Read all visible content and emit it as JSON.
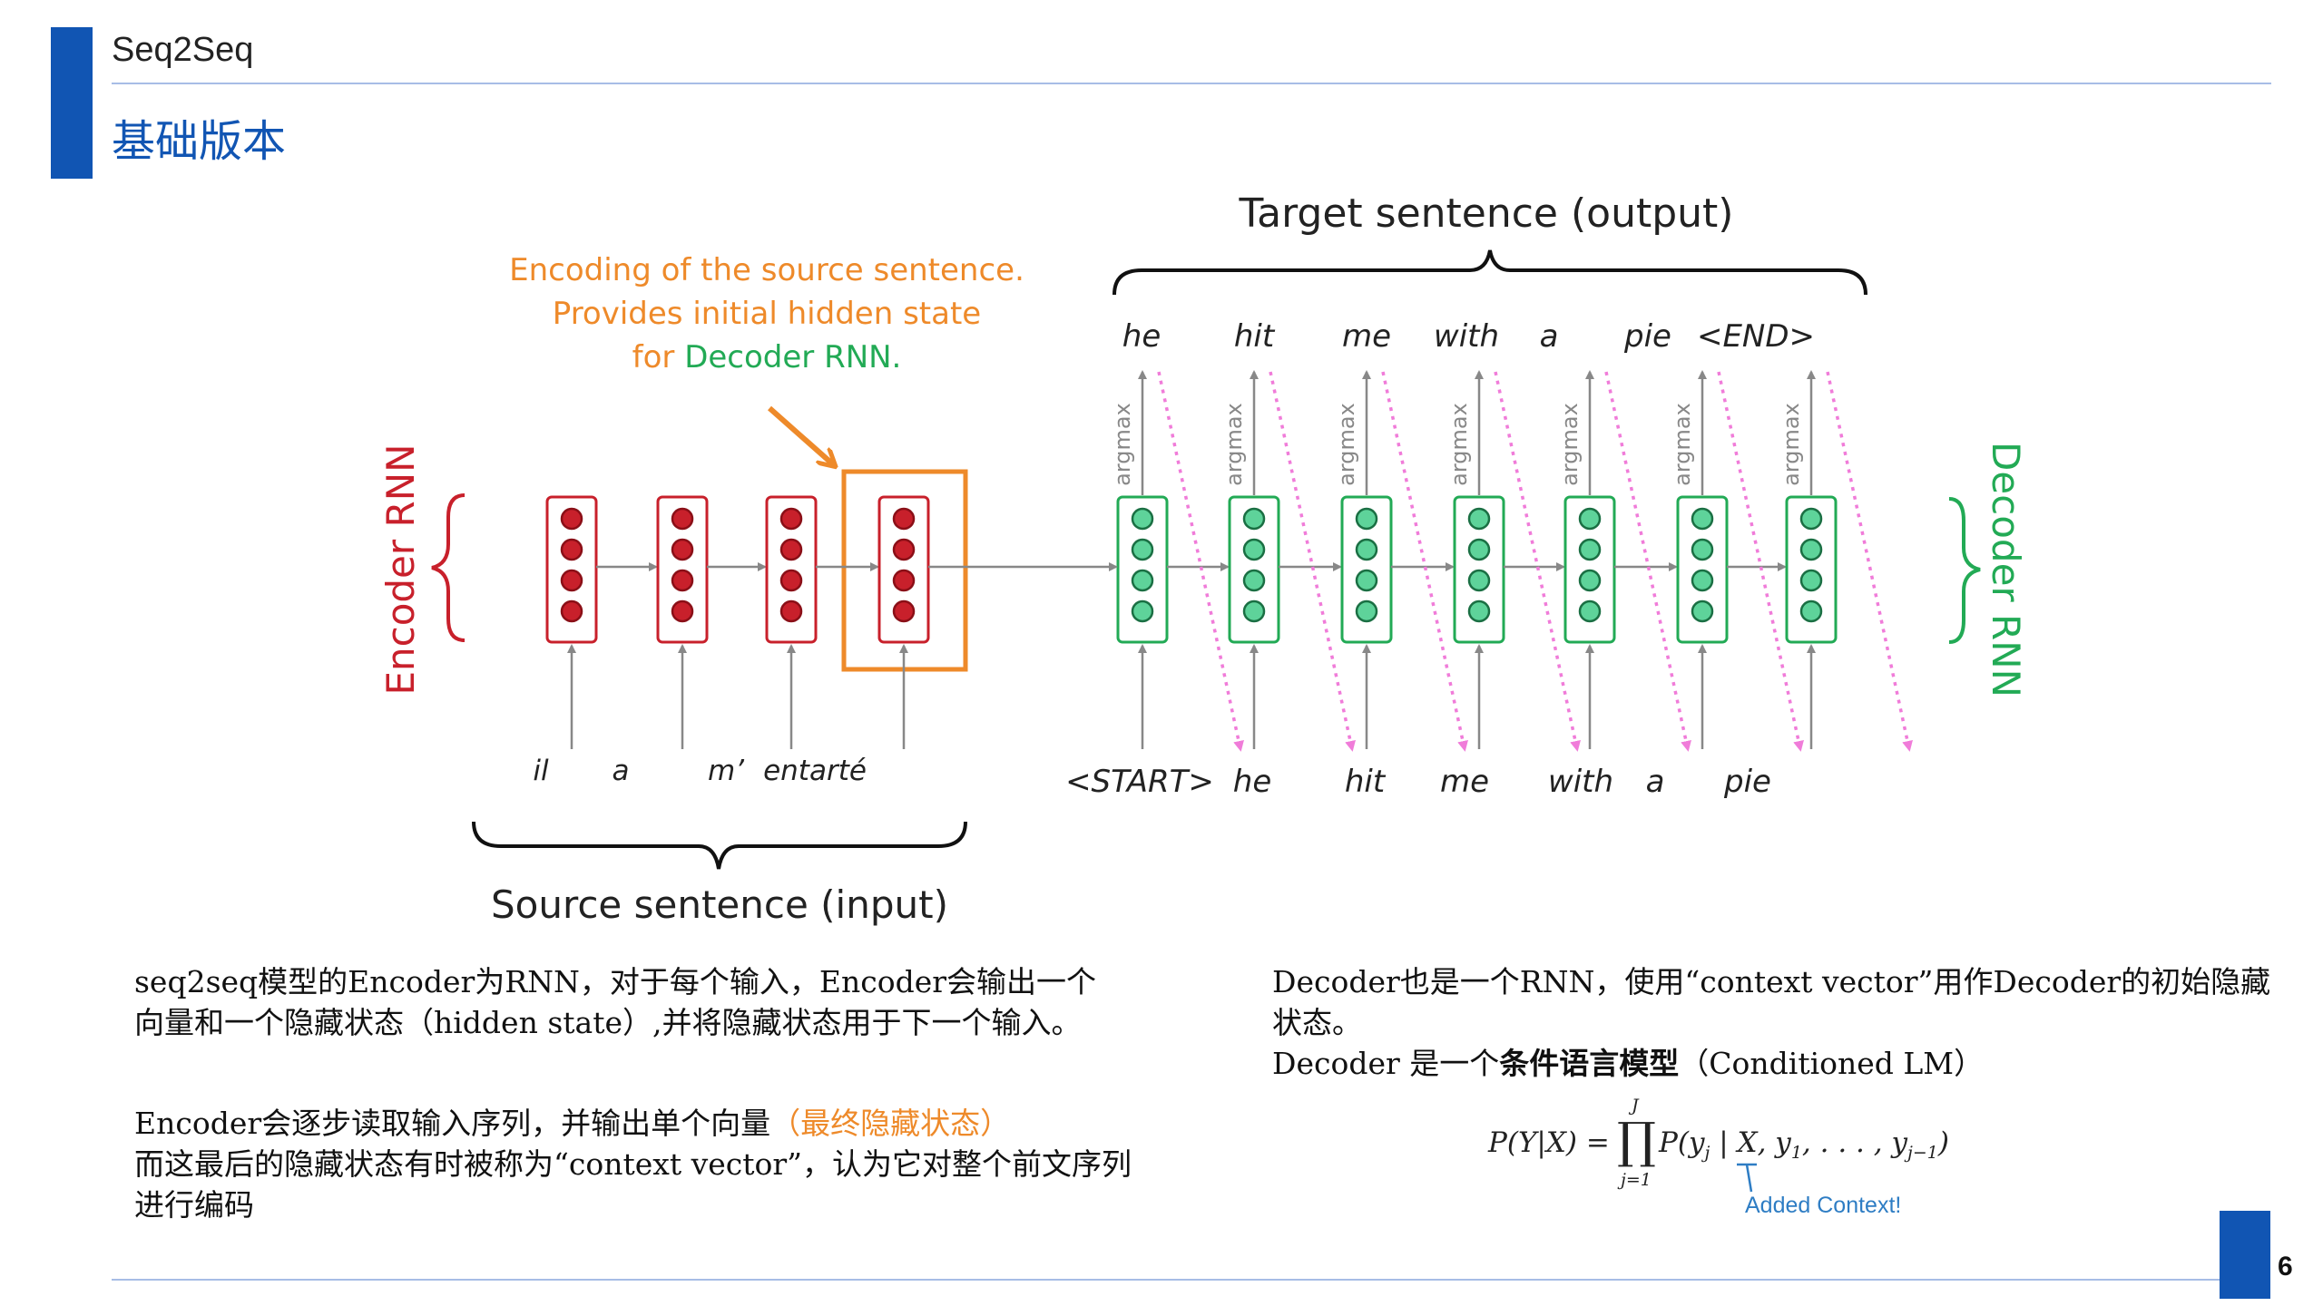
{
  "header": {
    "title": "Seq2Seq",
    "subtitle": "基础版本"
  },
  "page_number": "6",
  "diagram": {
    "target_label": "Target sentence (output)",
    "source_label": "Source sentence (input)",
    "encoder_label": "Encoder RNN",
    "decoder_label": "Decoder RNN",
    "callout_lines": [
      "Encoding of the source sentence.",
      "Provides initial hidden state"
    ],
    "callout_for": "for ",
    "callout_decoder": "Decoder RNN.",
    "argmax": "argmax",
    "source_words": [
      "il",
      "a",
      "m’",
      "entarté"
    ],
    "decoder_inputs": [
      "<START>",
      "he",
      "hit",
      "me",
      "with",
      "a",
      "pie"
    ],
    "decoder_outputs": [
      "he",
      "hit",
      "me",
      "with",
      "a",
      "pie",
      "<END>"
    ],
    "colors": {
      "encoder": "#c8202b",
      "decoder": "#22aa55",
      "highlight": "#ee8a2a",
      "feedback": "#f07cd9"
    }
  },
  "text": {
    "p1": "seq2seq模型的Encoder为RNN，对于每个输入，Encoder会输出一个向量和一个隐藏状态（hidden state）,并将隐藏状态用于下一个输入。",
    "p2_a": "Encoder会逐步读取输入序列，并输出单个向量",
    "p2_b": "（最终隐藏状态）",
    "p2_c": "而这最后的隐藏状态有时被称为“context vector”，认为它对整个前文序列进行编码",
    "p3_a": "Decoder也是一个RNN，使用“context vector”用作Decoder的初始隐藏状态。",
    "p3_b": "Decoder 是一个",
    "p3_c": "条件语言模型",
    "p3_d": "（Conditioned LM）",
    "added_context": "Added Context!"
  }
}
